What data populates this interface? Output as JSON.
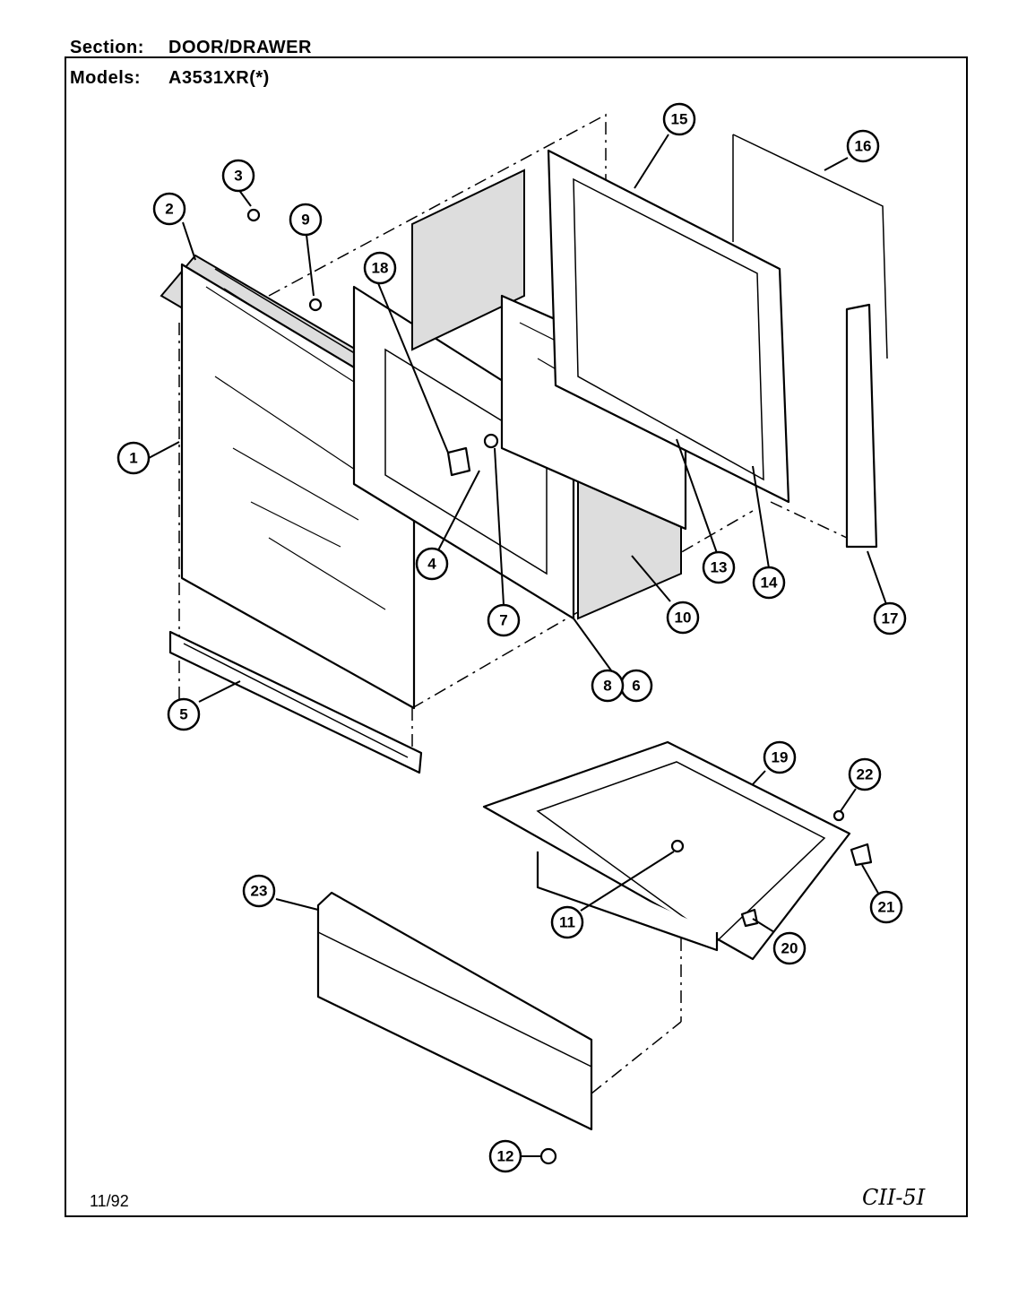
{
  "header": {
    "section_key": "Section:",
    "section_value": "DOOR/DRAWER",
    "models_key": "Models:",
    "models_value": "A3531XR(*)"
  },
  "footer": {
    "date": "11/92",
    "page_code": "CII-5I"
  },
  "callouts": [
    "1",
    "2",
    "3",
    "4",
    "5",
    "6",
    "7",
    "8",
    "9",
    "10",
    "11",
    "12",
    "13",
    "14",
    "15",
    "16",
    "17",
    "18",
    "19",
    "20",
    "21",
    "22",
    "23"
  ]
}
